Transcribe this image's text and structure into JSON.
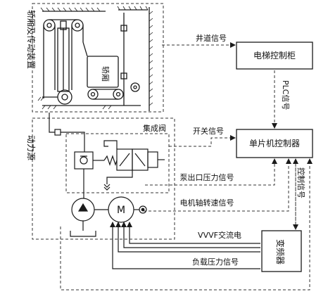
{
  "labels": {
    "elevator_mechanism": "轿厢及传动装置",
    "car": "轿厢",
    "elevator_controller": "电梯控制柜",
    "mcu_controller": "单片机控制器",
    "vvvf": "变频器",
    "shaft_signal": "井道信号",
    "plc_signal": "PLC信号",
    "switch_signal": "开关信号",
    "integrated_valve": "集成阀",
    "pump_pressure": "泵出口压力信号",
    "motor_speed": "电机轴转速信号",
    "vvvf_power": "VVVF交流电",
    "load_pressure": "负载压力信号",
    "control_signal": "控制信号",
    "power_source": "动力源",
    "motor_letter": "M"
  },
  "colors": {
    "line": "#1a1a1a",
    "dash": "#333333",
    "background": "#ffffff"
  }
}
